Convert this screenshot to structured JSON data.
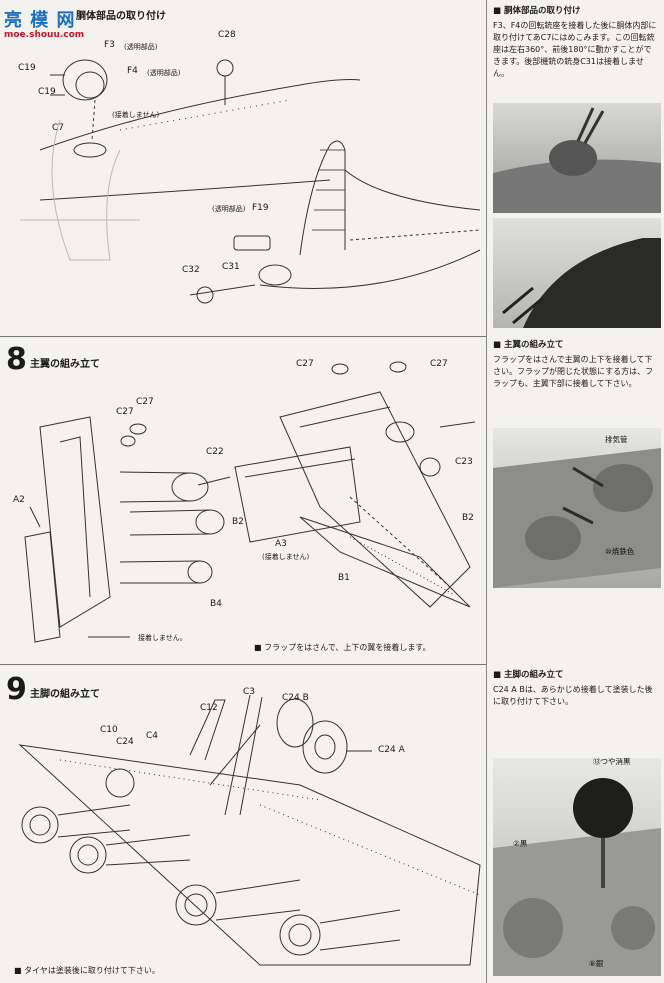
{
  "watermark": {
    "text": "亮 模 网",
    "url": "moe.shouu.com"
  },
  "step7": {
    "title": "胴体部品の取り付け",
    "labels": {
      "f3": "F3",
      "f3_note": "(透明部品)",
      "f4": "F4",
      "f4_note": "(透明部品)",
      "c19a": "C19",
      "c19b": "C19",
      "c7": "C7",
      "c28": "C28",
      "no_glue": "(接着しません)",
      "f19_note": "(透明部品)",
      "f19": "F19",
      "c32": "C32",
      "c31": "C31"
    }
  },
  "step8": {
    "number": "8",
    "title": "主翼の組み立て",
    "labels": {
      "c27a": "C27",
      "c27b": "C27",
      "c27c": "C27",
      "c27d": "C27",
      "c22": "C22",
      "c23": "C23",
      "a2": "A2",
      "a3": "A3",
      "a3_note": "(接着しません)",
      "b2a": "B2",
      "b2b": "B2",
      "b1": "B1",
      "b4": "B4",
      "no_glue": "接着しません。"
    },
    "note": "■ フラップをはさんで、上下の翼を接着します。"
  },
  "step9": {
    "number": "9",
    "title": "主脚の組み立て",
    "labels": {
      "c3": "C3",
      "c24b": "C24 B",
      "c12": "C12",
      "c10": "C10",
      "c24": "C24",
      "c4": "C4",
      "c24a": "C24 A"
    },
    "note": "■ タイヤは塗装後に取り付けて下さい。"
  },
  "sidebar": {
    "s1": {
      "title": "■ 胴体部品の取り付け",
      "text": "F3、F4の回転銃座を接着した後に胴体内部に取り付けてあC7にはめこみます。この回転銃座は左右360°、前後180°に動かすことができます。後部機銃の銃身C31は接着しません。"
    },
    "s2": {
      "title": "■ 主翼の組み立て",
      "text": "フラップをはさんで主翼の上下を接着して下さい。フラップが閉じた状態にする方は、フラップも、主翼下部に接着して下さい。",
      "photo_labels": {
        "exhaust": "排気管",
        "iron": "⑩焼鉄色"
      }
    },
    "s3": {
      "title": "■ 主脚の組み立て",
      "text": "C24 A Bは、あらかじめ接着して塗装した後に取り付けて下さい。",
      "photo_labels": {
        "gloss_black": "⑬つや消黒",
        "black": "②黒",
        "silver": "⑧銀"
      }
    }
  }
}
